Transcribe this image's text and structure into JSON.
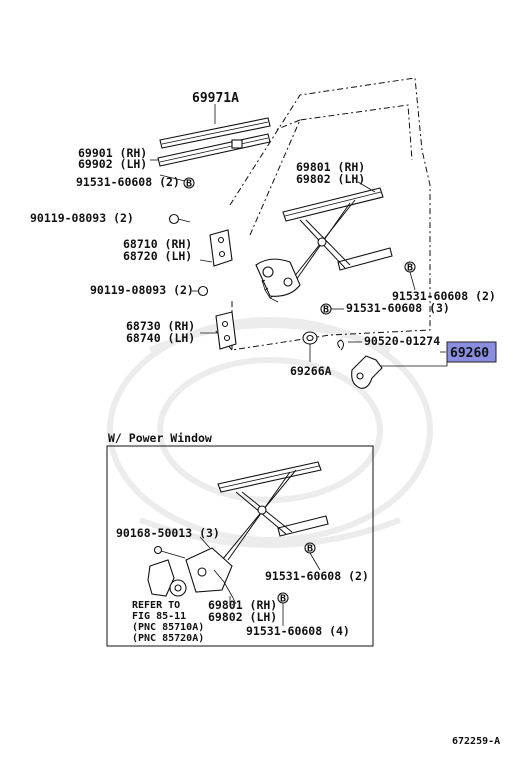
{
  "labels": {
    "p69971A": "69971A",
    "p69901": "69901 (RH)",
    "p69902": "69902 (LH)",
    "p91531_1": "91531-60608 (2)",
    "p90119_1": "90119-08093 (2)",
    "p68710": "68710 (RH)",
    "p68720": "68720 (LH)",
    "p90119_2": "90119-08093 (2)",
    "p68730": "68730 (RH)",
    "p68740": "68740 (LH)",
    "p69801a": "69801 (RH)",
    "p69802a": "69802 (LH)",
    "p91531_2": "91531-60608 (2)",
    "p91531_3": "91531-60608 (3)",
    "p90520": "90520-01274",
    "p69260": "69260",
    "p69266A": "69266A",
    "power_window": "W/ Power Window",
    "p90168": "90168-50013 (3)",
    "p91531_4": "91531-60608 (2)",
    "p69801b": "69801 (RH)",
    "p69802b": "69802 (LH)",
    "p91531_5": "91531-60608 (4)",
    "refer1": "REFER TO",
    "refer2": "FIG 85-11",
    "refer3": "(PNC 85710A)",
    "refer4": "(PNC 85720A)",
    "fig_id": "672259-A"
  },
  "markers": {
    "bolt": "B"
  },
  "colors": {
    "highlight": "#8a8ee0",
    "ink": "#111111"
  }
}
